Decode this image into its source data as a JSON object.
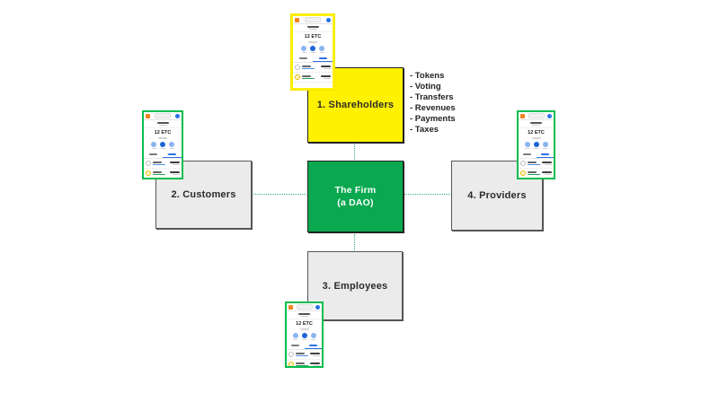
{
  "diagram": {
    "center": {
      "label_line1": "The Firm",
      "label_line2": "(a DAO)",
      "color": "#0aa84f"
    },
    "nodes": {
      "shareholders": {
        "label": "1. Shareholders",
        "color": "#fff100"
      },
      "customers": {
        "label": "2. Customers",
        "color": "#ebebeb"
      },
      "employees": {
        "label": "3. Employees",
        "color": "#ebebeb"
      },
      "providers": {
        "label": "4. Providers",
        "color": "#ebebeb"
      }
    },
    "features": [
      "- Tokens",
      "- Voting",
      "- Transfers",
      "- Revenues",
      "- Payments",
      "- Taxes"
    ],
    "connector_color": "#2fb06e"
  },
  "phone": {
    "balance": "12 ETC",
    "border_green": "#06bd4e",
    "border_yellow": "#fff100",
    "icons": [
      "wallet-fox-icon",
      "network-pill",
      "account-avatar",
      "buy-button",
      "send-button",
      "swap-button"
    ]
  }
}
